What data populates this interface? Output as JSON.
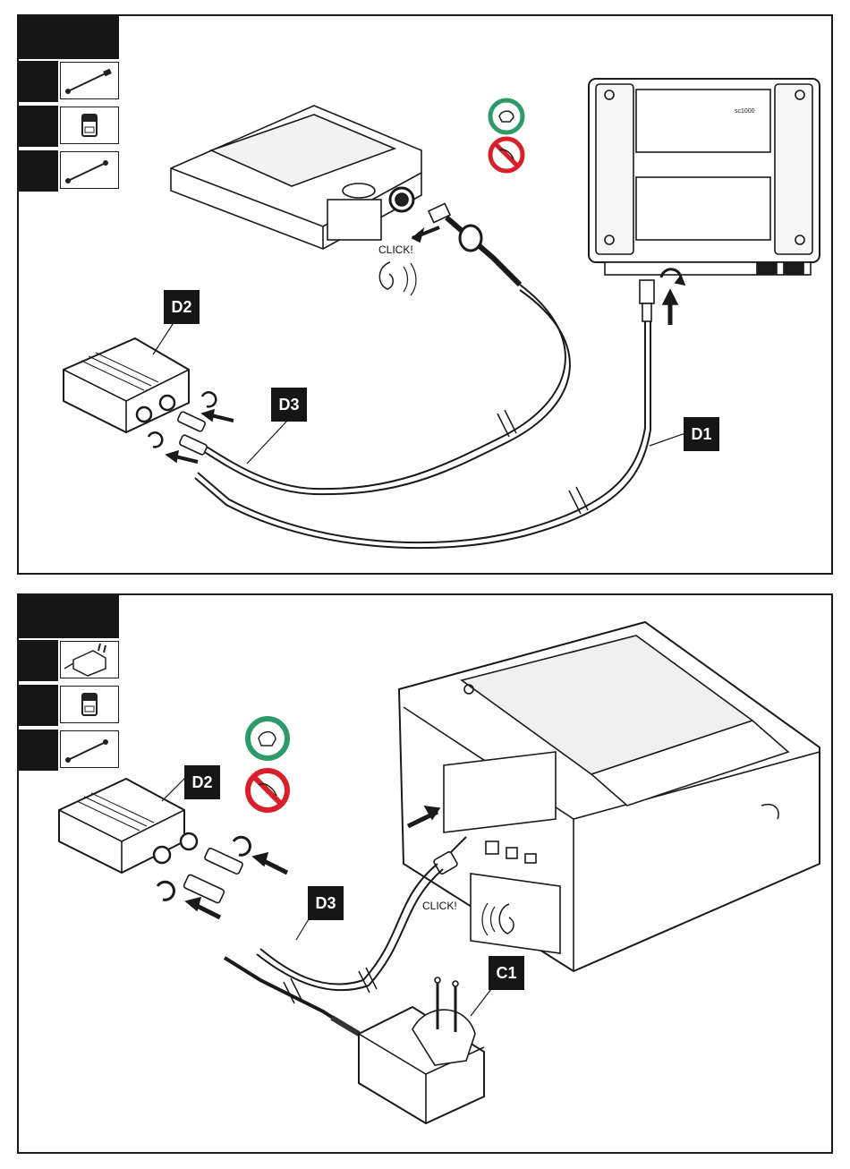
{
  "panel1": {
    "callouts": {
      "d2": "D2",
      "d3": "D3",
      "d1": "D1"
    },
    "click": "CLICK!",
    "screen_label": "sc1000"
  },
  "panel2": {
    "callouts": {
      "d2": "D2",
      "d3": "D3",
      "c1": "C1"
    },
    "click": "CLICK!"
  },
  "icons": {
    "panel1_parts": [
      "cable-icon",
      "connector-icon",
      "cable-icon"
    ],
    "panel2_parts": [
      "power-adapter-icon",
      "connector-icon",
      "cable-icon"
    ],
    "hand_ok": "hand-tighten-icon",
    "no_tool": "no-tool-icon"
  },
  "colors": {
    "callout_bg": "#161616",
    "ok_green": "#2e9a6a",
    "no_red": "#d8202a"
  }
}
